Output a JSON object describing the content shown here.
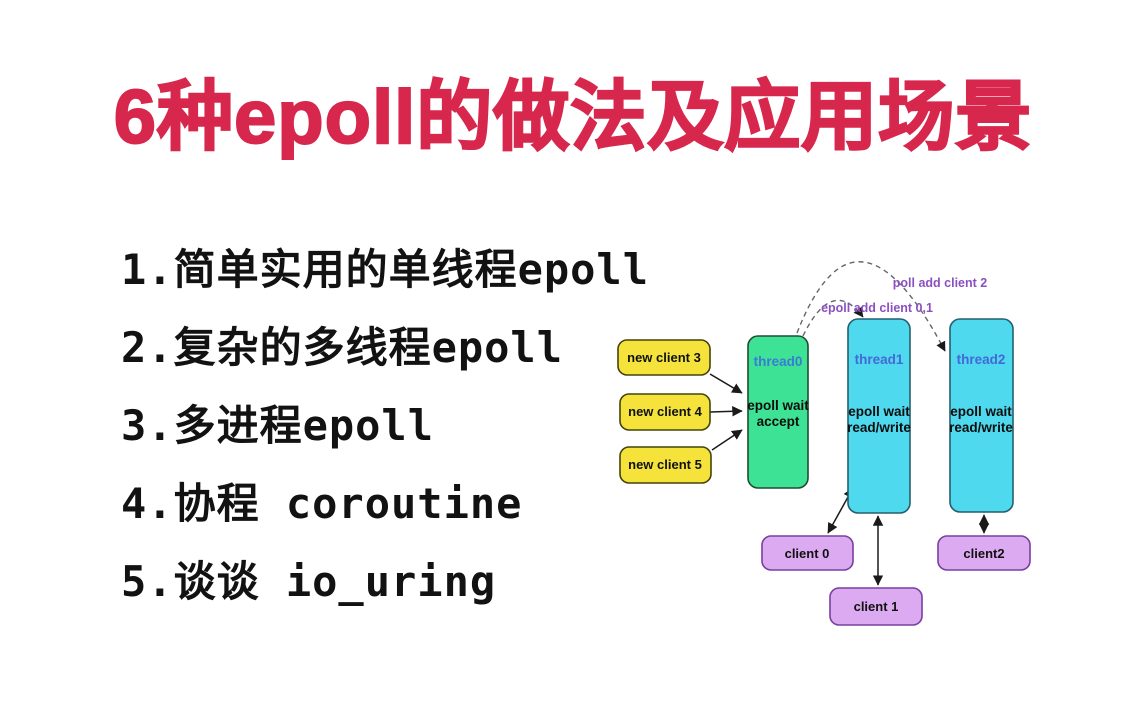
{
  "title": {
    "text": "6种epoll的做法及应用场景",
    "color": "#d7274d"
  },
  "list": {
    "items": [
      {
        "text": "1.简单实用的单线程epoll"
      },
      {
        "text": "2.复杂的多线程epoll"
      },
      {
        "text": "3.多进程epoll"
      },
      {
        "text": "4.协程 coroutine"
      },
      {
        "text": "5.谈谈 io_uring"
      }
    ]
  },
  "diagram": {
    "new_clients": [
      {
        "label": "new client 3"
      },
      {
        "label": "new client 4"
      },
      {
        "label": "new client 5"
      }
    ],
    "threads": [
      {
        "name": "thread0",
        "lines": [
          "epoll wait",
          "accept"
        ]
      },
      {
        "name": "thread1",
        "lines": [
          "epoll wait",
          "read/write"
        ]
      },
      {
        "name": "thread2",
        "lines": [
          "epoll wait",
          "read/write"
        ]
      }
    ],
    "clients": [
      {
        "label": "client 0"
      },
      {
        "label": "client 1"
      },
      {
        "label": "client2"
      }
    ],
    "arc_labels": [
      {
        "text": "epoll add client 0,1"
      },
      {
        "text": "poll add client 2"
      }
    ],
    "edges": [
      {
        "from": "new client 3",
        "to": "thread0",
        "style": "solid-arrow"
      },
      {
        "from": "new client 4",
        "to": "thread0",
        "style": "solid-arrow"
      },
      {
        "from": "new client 5",
        "to": "thread0",
        "style": "solid-arrow"
      },
      {
        "from": "thread0",
        "to": "thread1",
        "style": "dashed-arc",
        "label": "epoll add client 0,1"
      },
      {
        "from": "thread0",
        "to": "thread2",
        "style": "dashed-arc",
        "label": "poll add client 2"
      },
      {
        "from": "thread1",
        "to": "client 0",
        "style": "double-arrow"
      },
      {
        "from": "thread1",
        "to": "client 1",
        "style": "double-arrow"
      },
      {
        "from": "thread2",
        "to": "client2",
        "style": "double-arrow"
      }
    ],
    "colors": {
      "new_client_fill": "#f5e33c",
      "accept_thread_fill": "#3ee294",
      "worker_thread_fill": "#4ed9ef",
      "client_fill": "#dcaaf0",
      "thread_label": "#3f6fd6",
      "arc_label": "#8b4fc0",
      "title": "#d7274d"
    }
  }
}
